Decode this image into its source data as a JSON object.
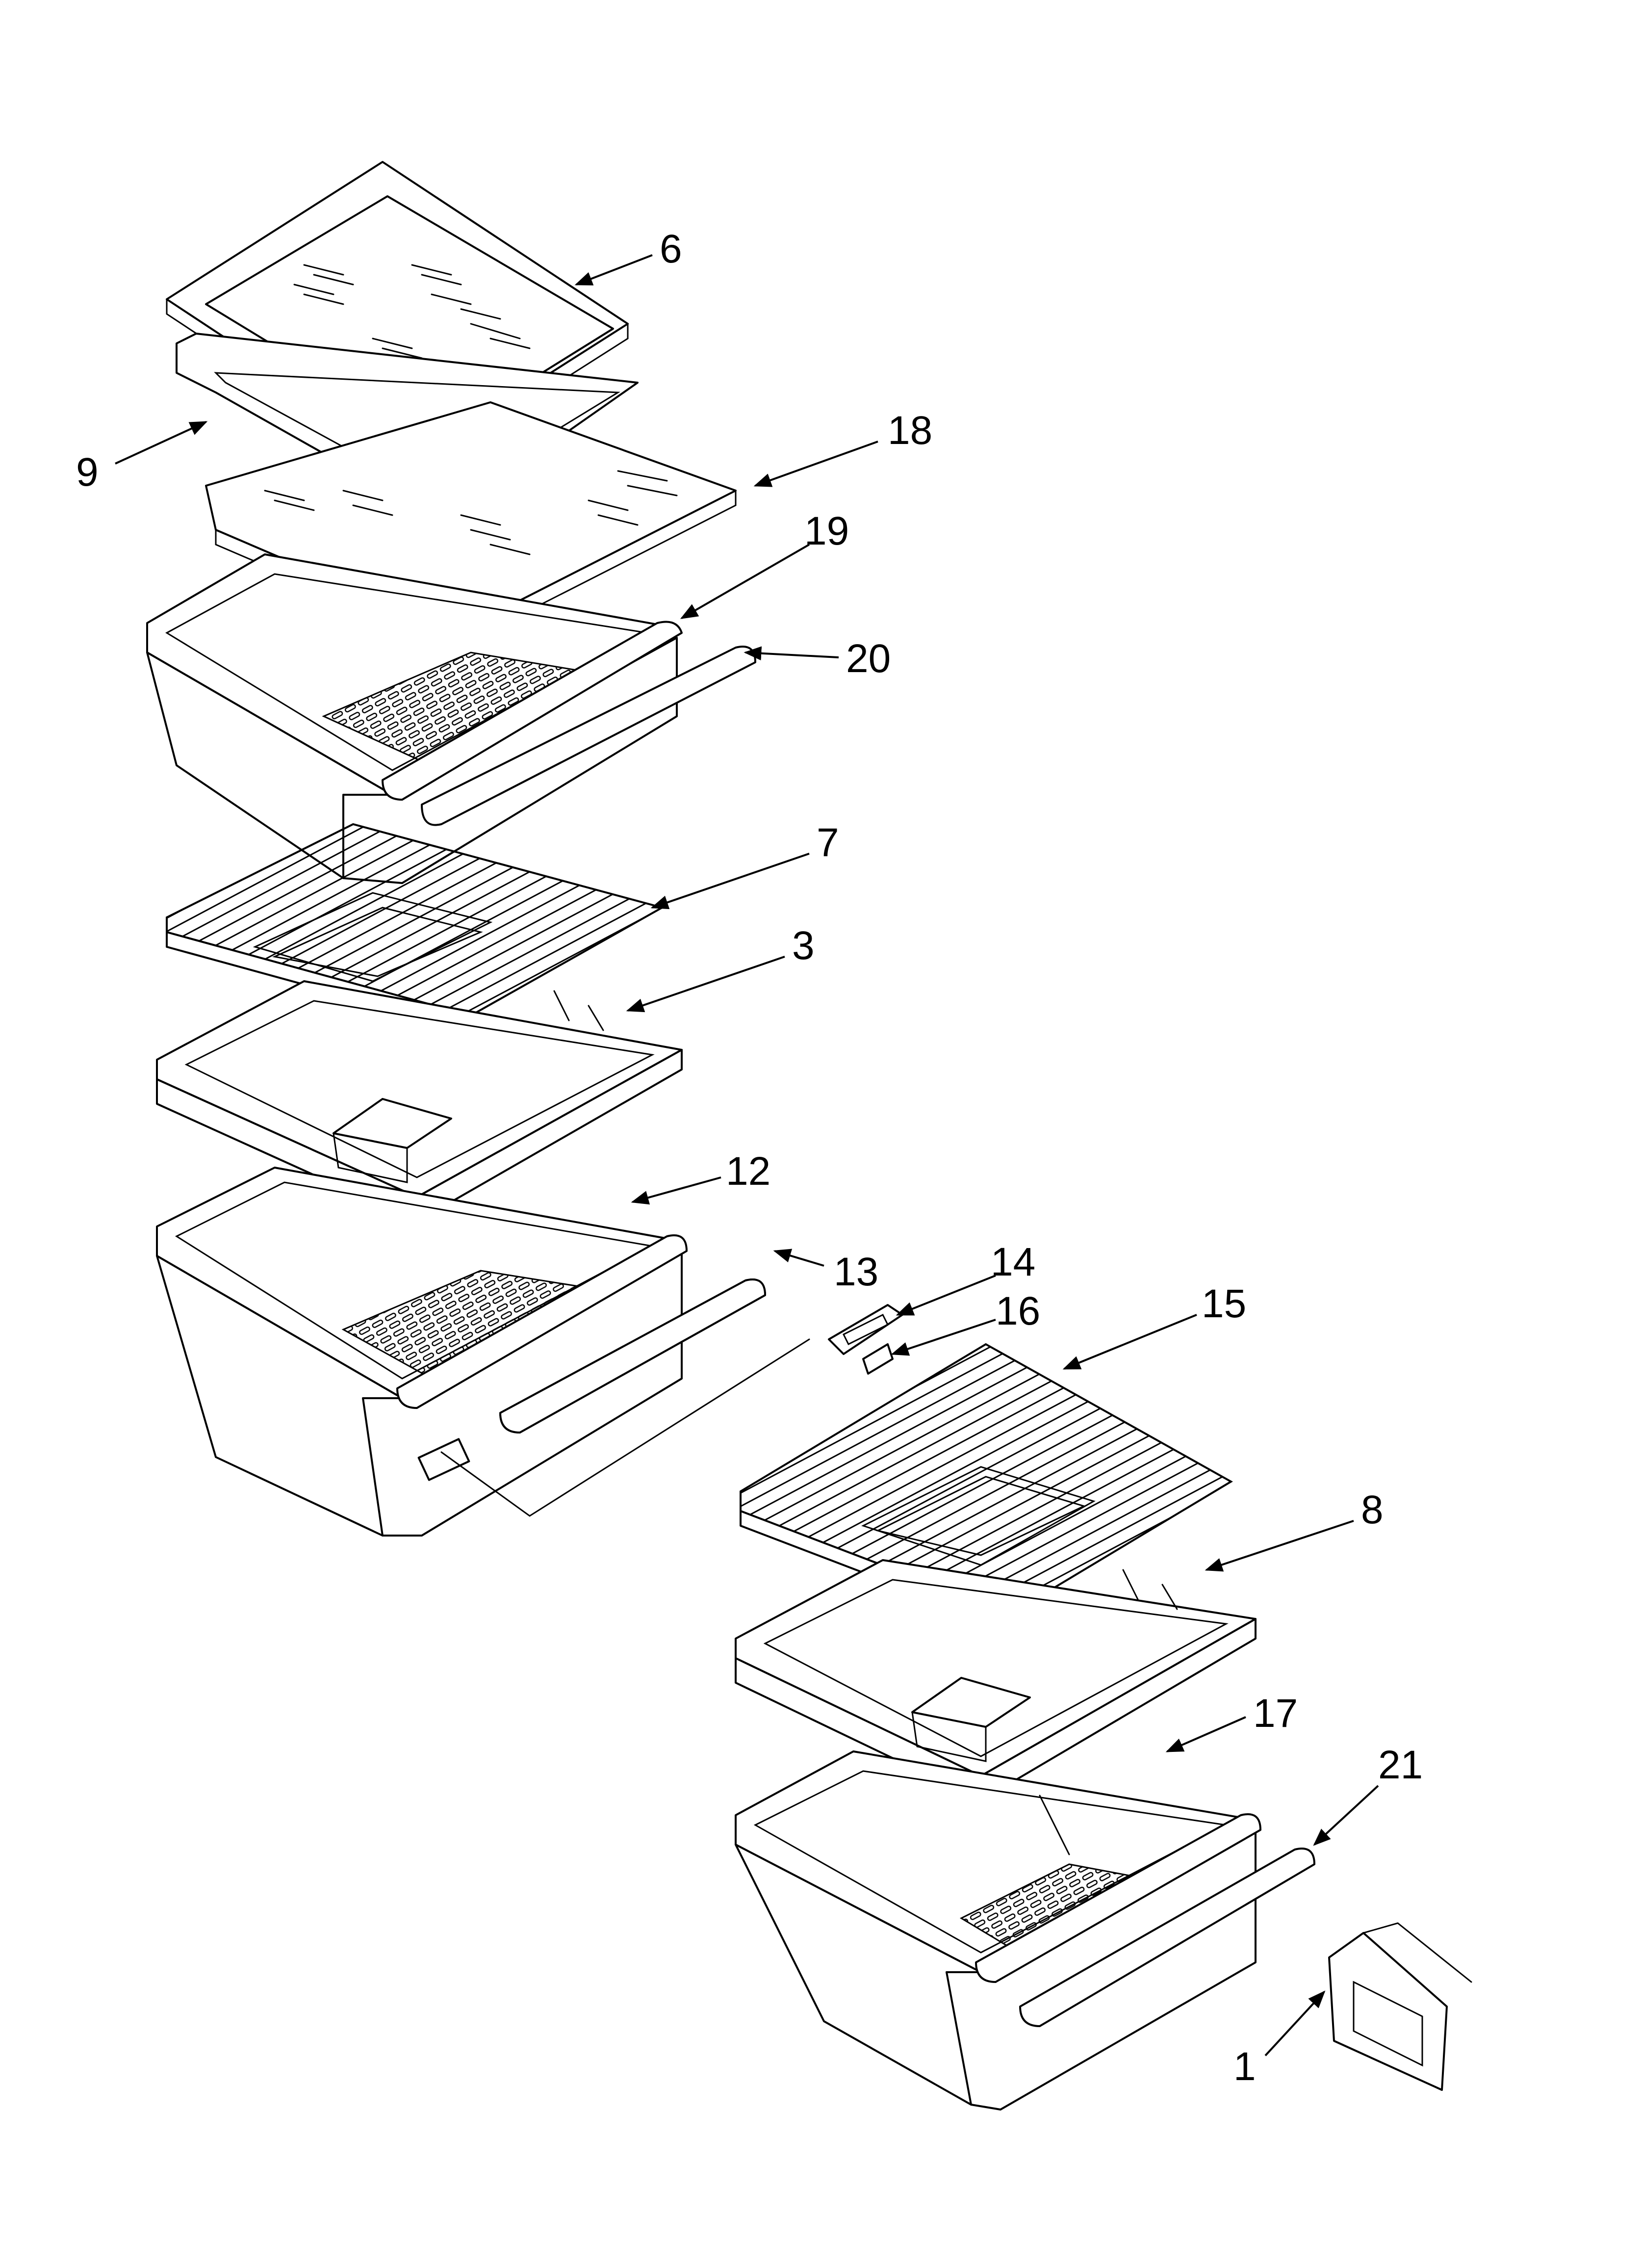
{
  "callouts": [
    {
      "id": "6",
      "label": "6"
    },
    {
      "id": "9",
      "label": "9"
    },
    {
      "id": "18",
      "label": "18"
    },
    {
      "id": "19",
      "label": "19"
    },
    {
      "id": "20",
      "label": "20"
    },
    {
      "id": "7",
      "label": "7"
    },
    {
      "id": "3",
      "label": "3"
    },
    {
      "id": "12",
      "label": "12"
    },
    {
      "id": "13",
      "label": "13"
    },
    {
      "id": "14",
      "label": "14"
    },
    {
      "id": "16",
      "label": "16"
    },
    {
      "id": "15",
      "label": "15"
    },
    {
      "id": "8",
      "label": "8"
    },
    {
      "id": "17",
      "label": "17"
    },
    {
      "id": "21",
      "label": "21"
    },
    {
      "id": "1",
      "label": "1"
    }
  ]
}
